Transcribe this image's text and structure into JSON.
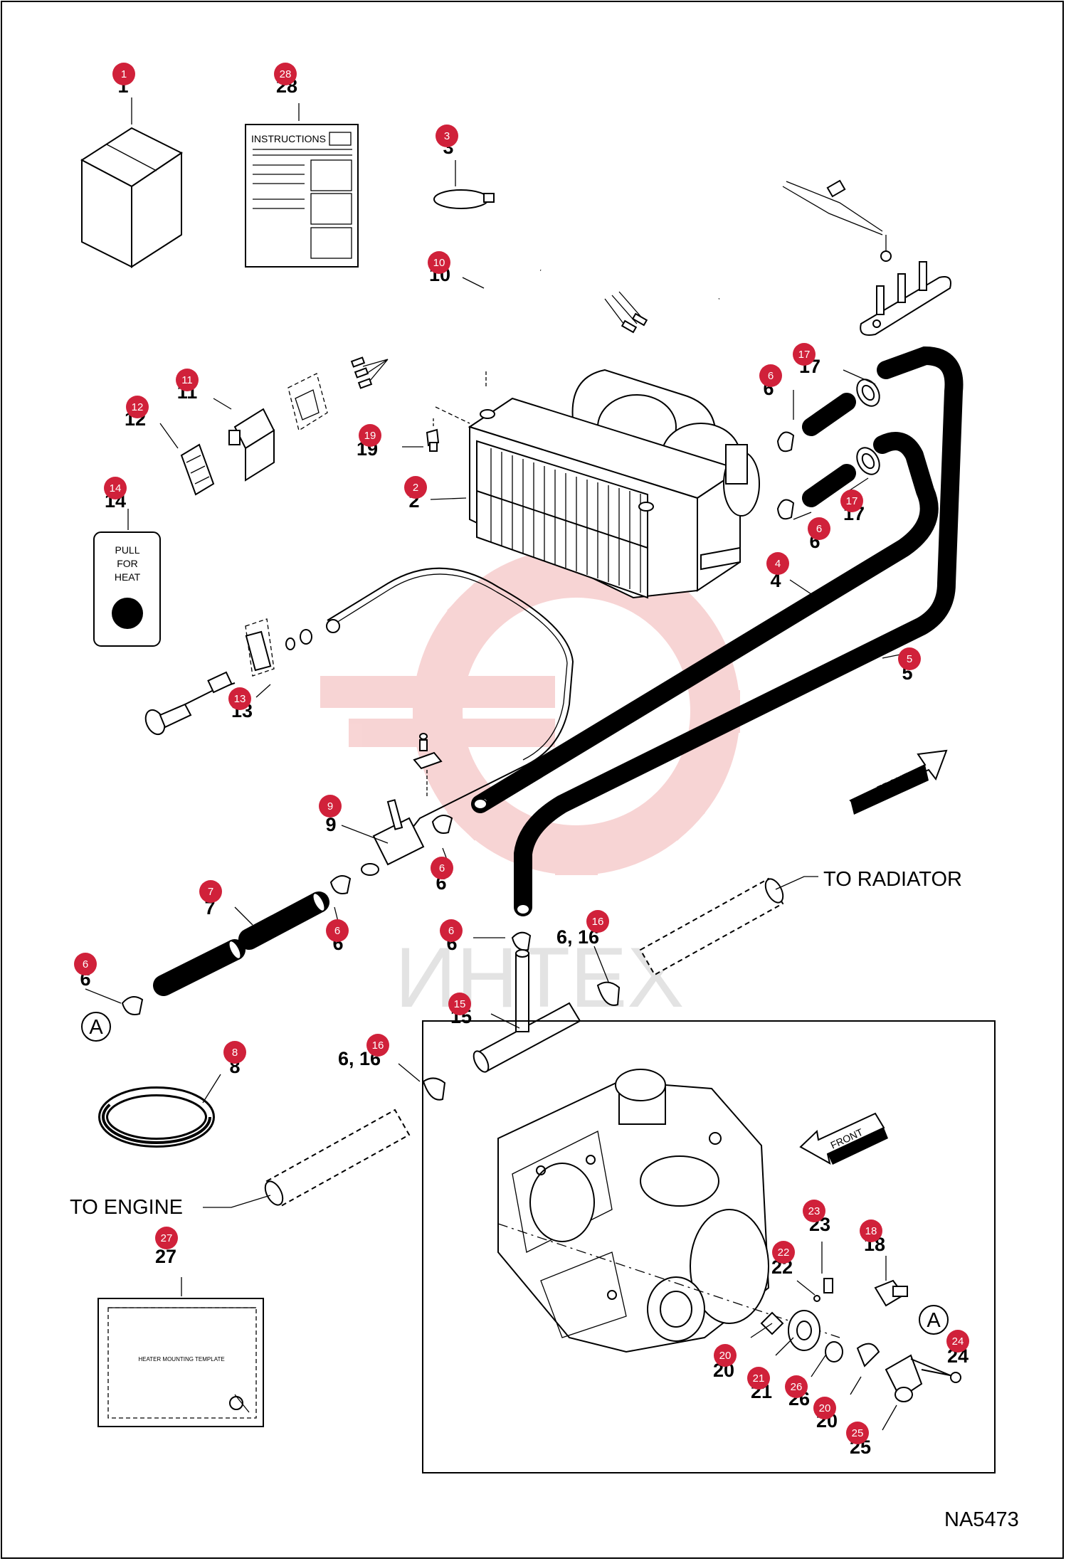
{
  "badge_color": "#d0213a",
  "watermark_color": "#f2b2b2",
  "watermark_text": "ИНТЕХ",
  "drawing_code": "NA5473",
  "labels": {
    "to_radiator": "TO RADIATOR",
    "to_engine": "TO ENGINE",
    "instructions": "INSTRUCTIONS",
    "pull": "PULL",
    "for": "FOR",
    "heat": "HEAT",
    "front": "FRONT",
    "template_title": "HEATER MOUNTING TEMPLATE",
    "point_a": "A"
  },
  "callouts": [
    {
      "badge": "1",
      "num": "1"
    },
    {
      "badge": "28",
      "num": "28"
    },
    {
      "badge": "3",
      "num": "3"
    },
    {
      "badge": "10",
      "num": "10"
    },
    {
      "badge": "11",
      "num": "11"
    },
    {
      "badge": "12",
      "num": "12"
    },
    {
      "badge": "19",
      "num": "19"
    },
    {
      "badge": "2",
      "num": "2"
    },
    {
      "badge": "14",
      "num": "14"
    },
    {
      "badge": "13",
      "num": "13"
    },
    {
      "badge": "17",
      "num": "17"
    },
    {
      "badge": "6",
      "num": "6"
    },
    {
      "badge": "17",
      "num": "17"
    },
    {
      "badge": "6",
      "num": "6"
    },
    {
      "badge": "4",
      "num": "4"
    },
    {
      "badge": "5",
      "num": "5"
    },
    {
      "badge": "9",
      "num": "9"
    },
    {
      "badge": "6",
      "num": "6"
    },
    {
      "badge": "7",
      "num": "7"
    },
    {
      "badge": "6",
      "num": "6"
    },
    {
      "badge": "6",
      "num": "6"
    },
    {
      "badge": "16",
      "num": "6, 16"
    },
    {
      "badge": "6",
      "num": "6"
    },
    {
      "badge": "15",
      "num": "15"
    },
    {
      "badge": "8",
      "num": "8"
    },
    {
      "badge": "16",
      "num": "6, 16"
    },
    {
      "badge": "27",
      "num": "27"
    },
    {
      "badge": "23",
      "num": "23"
    },
    {
      "badge": "18",
      "num": "18"
    },
    {
      "badge": "22",
      "num": "22"
    },
    {
      "badge": "24",
      "num": "24"
    },
    {
      "badge": "20",
      "num": "20"
    },
    {
      "badge": "21",
      "num": "21"
    },
    {
      "badge": "26",
      "num": "26"
    },
    {
      "badge": "20",
      "num": "20"
    },
    {
      "badge": "25",
      "num": "25"
    }
  ]
}
